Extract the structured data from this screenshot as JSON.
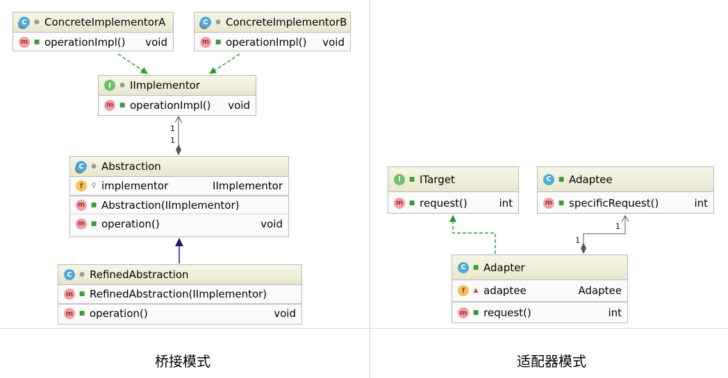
{
  "left": {
    "caption": "桥接模式",
    "concreteA": {
      "name": "ConcreteImplementorA",
      "method": "operationImpl()",
      "type": "void"
    },
    "concreteB": {
      "name": "ConcreteImplementorB",
      "method": "operationImpl()",
      "type": "void"
    },
    "implementor": {
      "name": "IImplementor",
      "method": "operationImpl()",
      "type": "void"
    },
    "abstraction": {
      "name": "Abstraction",
      "field": "implementor",
      "field_type": "IImplementor",
      "ctor": "Abstraction(IImplementor)",
      "method": "operation()",
      "method_type": "void"
    },
    "refined": {
      "name": "RefinedAbstraction",
      "ctor": "RefinedAbstraction(IImplementor)",
      "method": "operation()",
      "method_type": "void"
    },
    "mult_top": "1",
    "mult_bottom": "1"
  },
  "right": {
    "caption": "适配器模式",
    "itarget": {
      "name": "ITarget",
      "method": "request()",
      "type": "int"
    },
    "adaptee": {
      "name": "Adaptee",
      "method": "specificRequest()",
      "type": "int"
    },
    "adapter": {
      "name": "Adapter",
      "field": "adaptee",
      "field_type": "Adaptee",
      "method": "request()",
      "method_type": "int"
    },
    "mult_target": "1",
    "mult_source": "1"
  },
  "icons": {
    "class": "C",
    "interface": "I",
    "method": "m",
    "field": "f"
  },
  "colors": {
    "realization": "#2a9a2a",
    "inheritance": "#1a1a7a",
    "association": "#555555"
  }
}
